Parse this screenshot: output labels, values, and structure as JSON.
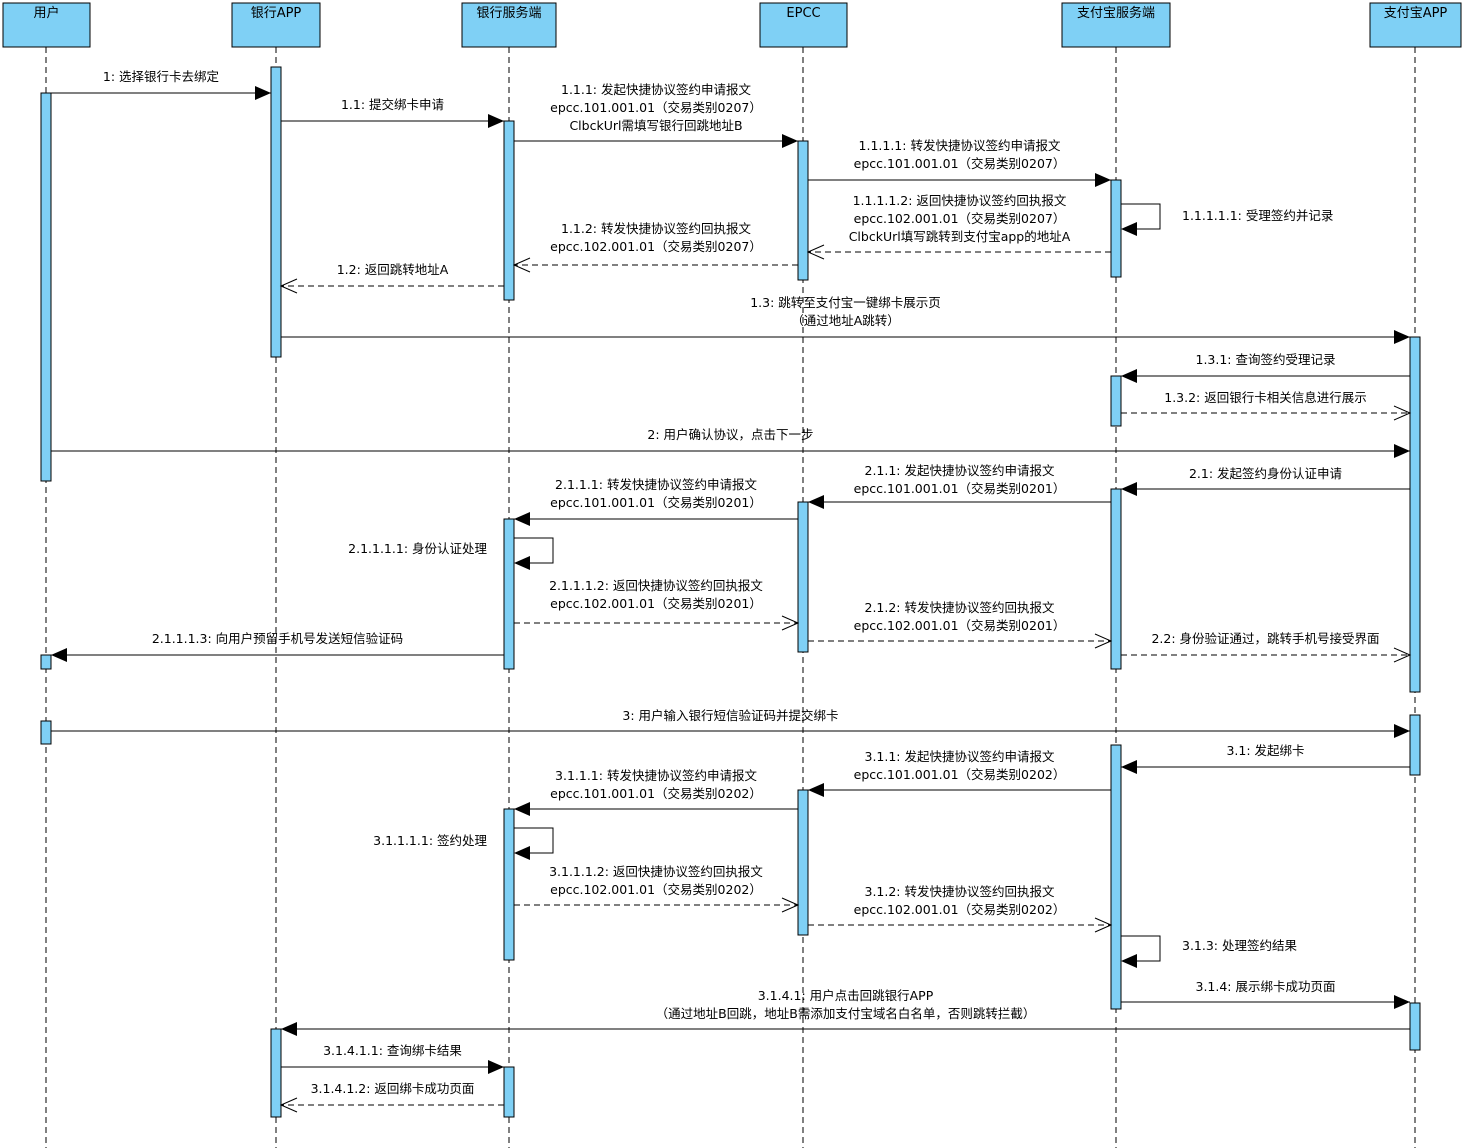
{
  "participants": [
    {
      "id": "user",
      "name": "用户"
    },
    {
      "id": "bankapp",
      "name": "银行APP"
    },
    {
      "id": "banksrv",
      "name": "银行服务端"
    },
    {
      "id": "epcc",
      "name": "EPCC"
    },
    {
      "id": "alisrv",
      "name": "支付宝服务端"
    },
    {
      "id": "aliapp",
      "name": "支付宝APP"
    }
  ],
  "colors": {
    "fill": "#7fd0f5",
    "stroke": "#000000"
  },
  "messages": [
    {
      "from": "user",
      "to": "bankapp",
      "kind": "sync",
      "lines": [
        "1: 选择银行卡去绑定"
      ]
    },
    {
      "from": "bankapp",
      "to": "banksrv",
      "kind": "sync",
      "lines": [
        "1.1: 提交绑卡申请"
      ]
    },
    {
      "from": "banksrv",
      "to": "epcc",
      "kind": "sync",
      "lines": [
        "1.1.1: 发起快捷协议签约申请报文",
        "epcc.101.001.01（交易类别0207）",
        "ClbckUrl需填写银行回跳地址B"
      ]
    },
    {
      "from": "epcc",
      "to": "alisrv",
      "kind": "sync",
      "lines": [
        "1.1.1.1: 转发快捷协议签约申请报文",
        "epcc.101.001.01（交易类别0207）"
      ]
    },
    {
      "from": "alisrv",
      "to": "alisrv",
      "kind": "self",
      "lines": [
        "1.1.1.1.1: 受理签约并记录"
      ]
    },
    {
      "from": "alisrv",
      "to": "epcc",
      "kind": "return",
      "lines": [
        "1.1.1.1.2: 返回快捷协议签约回执报文",
        "epcc.102.001.01（交易类别0207）",
        "ClbckUrl填写跳转到支付宝app的地址A"
      ]
    },
    {
      "from": "epcc",
      "to": "banksrv",
      "kind": "return",
      "lines": [
        "1.1.2: 转发快捷协议签约回执报文",
        "epcc.102.001.01（交易类别0207）"
      ]
    },
    {
      "from": "banksrv",
      "to": "bankapp",
      "kind": "return",
      "lines": [
        "1.2: 返回跳转地址A"
      ]
    },
    {
      "from": "bankapp",
      "to": "aliapp",
      "kind": "sync",
      "lines": [
        "1.3: 跳转至支付宝一键绑卡展示页",
        "（通过地址A跳转）"
      ]
    },
    {
      "from": "aliapp",
      "to": "alisrv",
      "kind": "sync",
      "lines": [
        "1.3.1: 查询签约受理记录"
      ]
    },
    {
      "from": "alisrv",
      "to": "aliapp",
      "kind": "return",
      "lines": [
        "1.3.2: 返回银行卡相关信息进行展示"
      ]
    },
    {
      "from": "user",
      "to": "aliapp",
      "kind": "sync",
      "lines": [
        "2: 用户确认协议，点击下一步"
      ]
    },
    {
      "from": "aliapp",
      "to": "alisrv",
      "kind": "sync",
      "lines": [
        "2.1: 发起签约身份认证申请"
      ]
    },
    {
      "from": "alisrv",
      "to": "epcc",
      "kind": "sync",
      "lines": [
        "2.1.1: 发起快捷协议签约申请报文",
        "epcc.101.001.01（交易类别0201）"
      ]
    },
    {
      "from": "epcc",
      "to": "banksrv",
      "kind": "sync",
      "lines": [
        "2.1.1.1: 转发快捷协议签约申请报文",
        "epcc.101.001.01（交易类别0201）"
      ]
    },
    {
      "from": "banksrv",
      "to": "banksrv",
      "kind": "self",
      "lines": [
        "2.1.1.1.1: 身份认证处理"
      ]
    },
    {
      "from": "banksrv",
      "to": "epcc",
      "kind": "return",
      "lines": [
        "2.1.1.1.2: 返回快捷协议签约回执报文",
        "epcc.102.001.01（交易类别0201）"
      ]
    },
    {
      "from": "epcc",
      "to": "alisrv",
      "kind": "return",
      "lines": [
        "2.1.2: 转发快捷协议签约回执报文",
        "epcc.102.001.01（交易类别0201）"
      ]
    },
    {
      "from": "alisrv",
      "to": "aliapp",
      "kind": "return",
      "lines": [
        "2.2: 身份验证通过，跳转手机号接受界面"
      ]
    },
    {
      "from": "banksrv",
      "to": "user",
      "kind": "sync",
      "lines": [
        "2.1.1.1.3: 向用户预留手机号发送短信验证码"
      ]
    },
    {
      "from": "user",
      "to": "aliapp",
      "kind": "sync",
      "lines": [
        "3: 用户输入银行短信验证码并提交绑卡"
      ]
    },
    {
      "from": "aliapp",
      "to": "alisrv",
      "kind": "sync",
      "lines": [
        "3.1: 发起绑卡"
      ]
    },
    {
      "from": "alisrv",
      "to": "epcc",
      "kind": "sync",
      "lines": [
        "3.1.1: 发起快捷协议签约申请报文",
        "epcc.101.001.01（交易类别0202）"
      ]
    },
    {
      "from": "epcc",
      "to": "banksrv",
      "kind": "sync",
      "lines": [
        "3.1.1.1: 转发快捷协议签约申请报文",
        "epcc.101.001.01（交易类别0202）"
      ]
    },
    {
      "from": "banksrv",
      "to": "banksrv",
      "kind": "self",
      "lines": [
        "3.1.1.1.1: 签约处理"
      ]
    },
    {
      "from": "banksrv",
      "to": "epcc",
      "kind": "return",
      "lines": [
        "3.1.1.1.2: 返回快捷协议签约回执报文",
        "epcc.102.001.01（交易类别0202）"
      ]
    },
    {
      "from": "epcc",
      "to": "alisrv",
      "kind": "return",
      "lines": [
        "3.1.2: 转发快捷协议签约回执报文",
        "epcc.102.001.01（交易类别0202）"
      ]
    },
    {
      "from": "alisrv",
      "to": "alisrv",
      "kind": "self",
      "lines": [
        "3.1.3: 处理签约结果"
      ]
    },
    {
      "from": "alisrv",
      "to": "aliapp",
      "kind": "sync",
      "lines": [
        "3.1.4: 展示绑卡成功页面"
      ]
    },
    {
      "from": "aliapp",
      "to": "bankapp",
      "kind": "sync",
      "lines": [
        "3.1.4.1: 用户点击回跳银行APP",
        "（通过地址B回跳，地址B需添加支付宝域名白名单，否则跳转拦截）"
      ]
    },
    {
      "from": "bankapp",
      "to": "banksrv",
      "kind": "sync",
      "lines": [
        "3.1.4.1.1: 查询绑卡结果"
      ]
    },
    {
      "from": "banksrv",
      "to": "bankapp",
      "kind": "return",
      "lines": [
        "3.1.4.1.2: 返回绑卡成功页面"
      ]
    }
  ]
}
